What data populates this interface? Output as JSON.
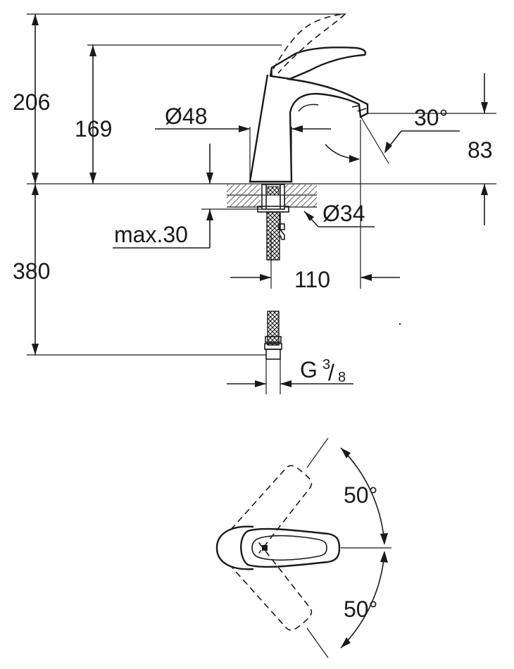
{
  "dimensions": {
    "total_height": "206",
    "spout_height": "169",
    "base_diameter": "Ø48",
    "spout_angle": "30°",
    "spout_clearance": "83",
    "max_thickness": "max.30",
    "hole_diameter": "Ø34",
    "hose_length": "380",
    "spout_reach": "110",
    "thread_main": "G",
    "thread_num": "3",
    "thread_slash": "/",
    "thread_den": "8",
    "rotation_upper": "50°",
    "rotation_lower": "50°"
  },
  "colors": {
    "line": "#1a1a1a",
    "background": "#ffffff"
  }
}
